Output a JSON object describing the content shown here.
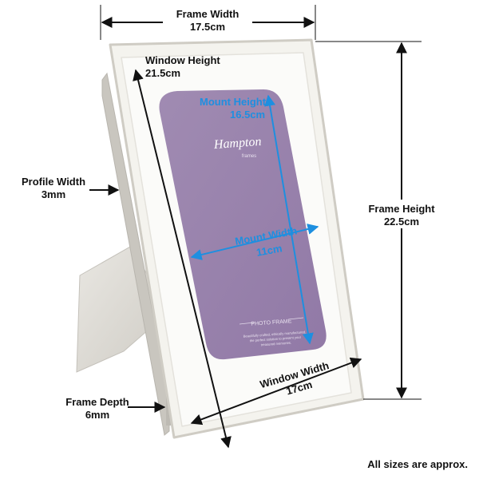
{
  "dimensions": {
    "frame_width": {
      "label": "Frame Width",
      "value": "17.5cm"
    },
    "window_height": {
      "label": "Window Height",
      "value": "21.5cm"
    },
    "mount_height": {
      "label": "Mount Height",
      "value": "16.5cm"
    },
    "profile_width": {
      "label": "Profile Width",
      "value": "3mm"
    },
    "frame_height": {
      "label": "Frame Height",
      "value": "22.5cm"
    },
    "mount_width": {
      "label": "Mount Width",
      "value": "11cm"
    },
    "window_width": {
      "label": "Window Width",
      "value": "17cm"
    },
    "frame_depth": {
      "label": "Frame Depth",
      "value": "6mm"
    }
  },
  "insert": {
    "brand": "Hampton",
    "brand_sub": "frames",
    "product": "PHOTO FRAME",
    "tagline_1": "Beautifully crafted, ethically manufactured,",
    "tagline_2": "the perfect solution to present your",
    "tagline_3": "treasured memories."
  },
  "footnote": "All sizes are approx.",
  "colors": {
    "frame": "#f4f3ee",
    "frame_edge": "#cfccc4",
    "mount": "#9a84ad",
    "arrows_black": "#111111",
    "arrows_blue": "#1e8fe0",
    "stand": "#dedcd6"
  }
}
